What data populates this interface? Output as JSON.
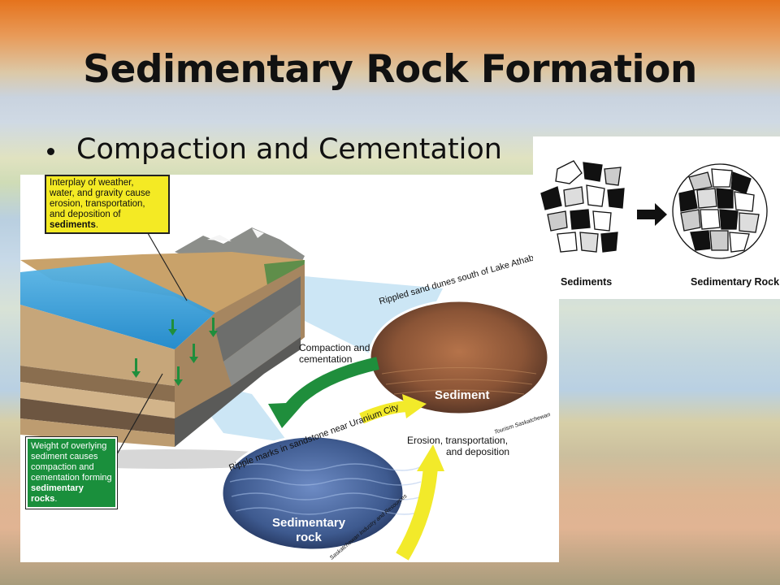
{
  "slide": {
    "title": "Sedimentary Rock Formation",
    "bullet": "Compaction and Cementation"
  },
  "diagram": {
    "callout_top": {
      "line1": "Interplay of weather,",
      "line2": "water, and gravity cause",
      "line3": "erosion, transportation,",
      "line4": "and deposition of",
      "emphasis": "sediments",
      "suffix": "."
    },
    "callout_bottom": {
      "line1": "Weight of overlying",
      "line2": "sediment causes",
      "line3": "compaction and",
      "line4": "cementation forming",
      "emphasis": "sedimentary rocks",
      "suffix": "."
    },
    "label_compaction_1": "Compaction and",
    "label_compaction_2": "cementation",
    "label_erosion_1": "Erosion, transportation,",
    "label_erosion_2": "and deposition",
    "photo_top_caption": "Rippled sand dunes south of Lake Athabasca",
    "photo_top_label": "Sediment",
    "photo_top_credit": "Tourism Saskatchewan",
    "photo_bottom_caption": "Ripple marks in sandstone near Uranium City",
    "photo_bottom_label_1": "Sedimentary",
    "photo_bottom_label_2": "rock",
    "photo_bottom_credit": "Saskatchewan Industry and Resources"
  },
  "side_figure": {
    "left_caption": "Sediments",
    "right_caption": "Sedimentary Rock"
  }
}
